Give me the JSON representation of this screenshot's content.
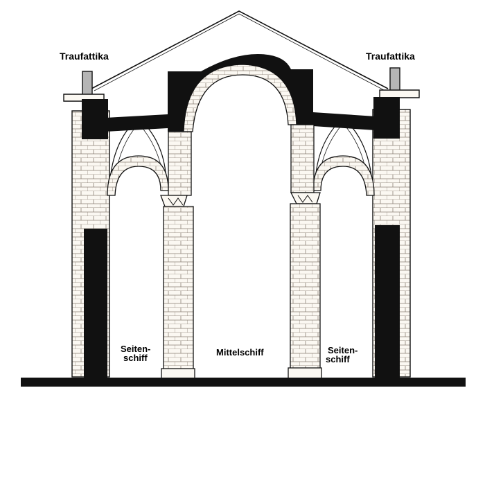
{
  "labels": {
    "eave_left": "Traufattika",
    "eave_right": "Traufattika",
    "nave": "Mittelschiff",
    "aisle_left_line1": "Seiten-",
    "aisle_left_line2": "schiff",
    "aisle_right_line1": "Seiten-",
    "aisle_right_line2": "schiff"
  },
  "colors": {
    "ink": "#111111",
    "masonry_fill": "#fbf8f2",
    "background": "#ffffff"
  }
}
